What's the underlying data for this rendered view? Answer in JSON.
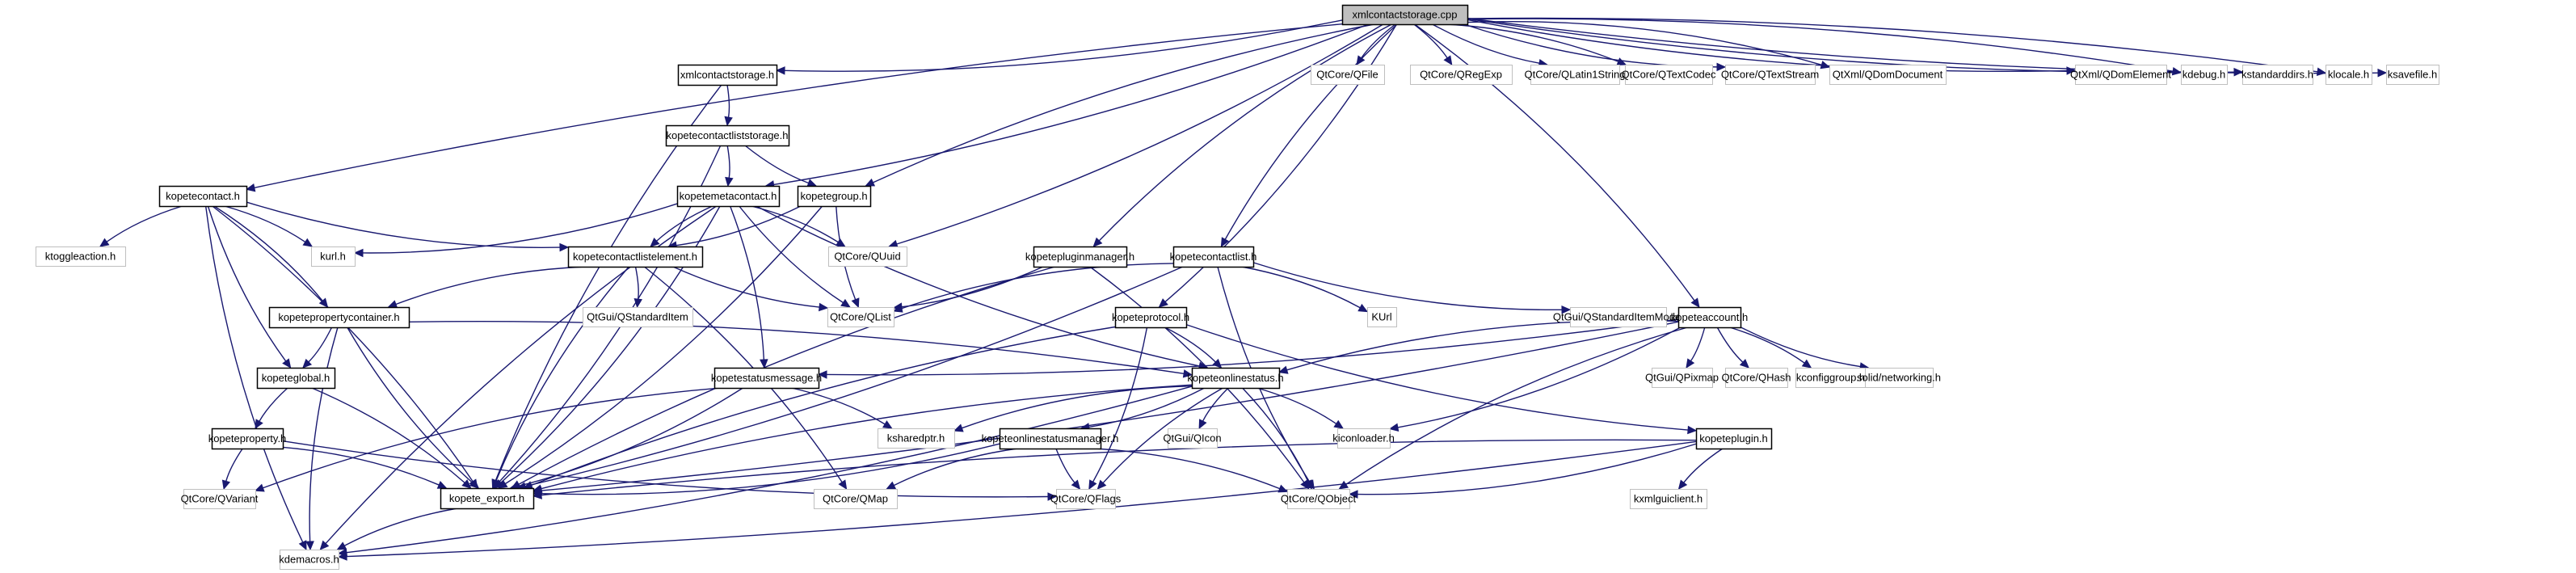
{
  "title": "xmlcontactstorage.cpp include dependency graph",
  "colors": {
    "edge": "#191970",
    "root_fill": "#bfbfbf",
    "documented_border": "#000000",
    "external_border": "#bfbfbf",
    "node_fill": "#ffffff"
  },
  "nodes": [
    {
      "id": "root",
      "label": "xmlcontactstorage.cpp",
      "kind": "root"
    },
    {
      "id": "xmlcontactstorage_h",
      "label": "xmlcontactstorage.h",
      "kind": "documented"
    },
    {
      "id": "kopetecontactliststorage_h",
      "label": "kopetecontactliststorage.h",
      "kind": "documented"
    },
    {
      "id": "kopetecontact_h",
      "label": "kopetecontact.h",
      "kind": "documented"
    },
    {
      "id": "kopetemetacontact_h",
      "label": "kopetemetacontact.h",
      "kind": "documented"
    },
    {
      "id": "kopetegroup_h",
      "label": "kopetegroup.h",
      "kind": "documented"
    },
    {
      "id": "ktoggleaction_h",
      "label": "ktoggleaction.h",
      "kind": "external"
    },
    {
      "id": "kurl_h",
      "label": "kurl.h",
      "kind": "external"
    },
    {
      "id": "kopetecontactlistelement_h",
      "label": "kopetecontactlistelement.h",
      "kind": "documented"
    },
    {
      "id": "QUuid",
      "label": "QtCore/QUuid",
      "kind": "external"
    },
    {
      "id": "kopetepluginmanager_h",
      "label": "kopetepluginmanager.h",
      "kind": "documented"
    },
    {
      "id": "kopetecontactlist_h",
      "label": "kopetecontactlist.h",
      "kind": "documented"
    },
    {
      "id": "kopetepropertycontainer_h",
      "label": "kopetepropertycontainer.h",
      "kind": "documented"
    },
    {
      "id": "QStandardItem",
      "label": "QtGui/QStandardItem",
      "kind": "external"
    },
    {
      "id": "QList",
      "label": "QtCore/QList",
      "kind": "external"
    },
    {
      "id": "kopeteprotocol_h",
      "label": "kopeteprotocol.h",
      "kind": "documented"
    },
    {
      "id": "KUrl",
      "label": "KUrl",
      "kind": "external"
    },
    {
      "id": "QStandardItemModel",
      "label": "QtGui/QStandardItemModel",
      "kind": "external"
    },
    {
      "id": "kopeteaccount_h",
      "label": "kopeteaccount.h",
      "kind": "documented"
    },
    {
      "id": "kopeteglobal_h",
      "label": "kopeteglobal.h",
      "kind": "documented"
    },
    {
      "id": "kopetestatusmessage_h",
      "label": "kopetestatusmessage.h",
      "kind": "documented"
    },
    {
      "id": "kopeteonlinestatus_h",
      "label": "kopeteonlinestatus.h",
      "kind": "documented"
    },
    {
      "id": "QPixmap",
      "label": "QtGui/QPixmap",
      "kind": "external"
    },
    {
      "id": "QHash",
      "label": "QtCore/QHash",
      "kind": "external"
    },
    {
      "id": "kconfiggroup_h",
      "label": "kconfiggroup.h",
      "kind": "external"
    },
    {
      "id": "networking_h",
      "label": "solid/networking.h",
      "kind": "external"
    },
    {
      "id": "kopeteproperty_h",
      "label": "kopeteproperty.h",
      "kind": "documented"
    },
    {
      "id": "ksharedptr_h",
      "label": "ksharedptr.h",
      "kind": "external"
    },
    {
      "id": "kopeteonlinestatusmanager_h",
      "label": "kopeteonlinestatusmanager.h",
      "kind": "documented"
    },
    {
      "id": "QIcon",
      "label": "QtGui/QIcon",
      "kind": "external"
    },
    {
      "id": "kiconloader_h",
      "label": "kiconloader.h",
      "kind": "external"
    },
    {
      "id": "kopeteplugin_h",
      "label": "kopeteplugin.h",
      "kind": "documented"
    },
    {
      "id": "QVariant",
      "label": "QtCore/QVariant",
      "kind": "external"
    },
    {
      "id": "kopete_export_h",
      "label": "kopete_export.h",
      "kind": "documented"
    },
    {
      "id": "QMap",
      "label": "QtCore/QMap",
      "kind": "external"
    },
    {
      "id": "QFlags",
      "label": "QtCore/QFlags",
      "kind": "external"
    },
    {
      "id": "QObject",
      "label": "QtCore/QObject",
      "kind": "external"
    },
    {
      "id": "kxmlguiclient_h",
      "label": "kxmlguiclient.h",
      "kind": "external"
    },
    {
      "id": "kdemacros_h",
      "label": "kdemacros.h",
      "kind": "external"
    },
    {
      "id": "QFile",
      "label": "QtCore/QFile",
      "kind": "external"
    },
    {
      "id": "QRegExp",
      "label": "QtCore/QRegExp",
      "kind": "external"
    },
    {
      "id": "QLatin1String",
      "label": "QtCore/QLatin1String",
      "kind": "external"
    },
    {
      "id": "QTextCodec",
      "label": "QtCore/QTextCodec",
      "kind": "external"
    },
    {
      "id": "QTextStream",
      "label": "QtCore/QTextStream",
      "kind": "external"
    },
    {
      "id": "QDomDocument",
      "label": "QtXml/QDomDocument",
      "kind": "external"
    },
    {
      "id": "QDomElement",
      "label": "QtXml/QDomElement",
      "kind": "external"
    },
    {
      "id": "kdebug_h",
      "label": "kdebug.h",
      "kind": "external"
    },
    {
      "id": "kstandarddirs_h",
      "label": "kstandarddirs.h",
      "kind": "external"
    },
    {
      "id": "klocale_h",
      "label": "klocale.h",
      "kind": "external"
    },
    {
      "id": "ksavefile_h",
      "label": "ksavefile.h",
      "kind": "external"
    }
  ],
  "edges": [
    [
      "root",
      "xmlcontactstorage_h"
    ],
    [
      "root",
      "kopetecontact_h"
    ],
    [
      "root",
      "kopetemetacontact_h"
    ],
    [
      "root",
      "kopetegroup_h"
    ],
    [
      "root",
      "QUuid"
    ],
    [
      "root",
      "kopetepluginmanager_h"
    ],
    [
      "root",
      "kopeteprotocol_h"
    ],
    [
      "root",
      "kopetecontactlist_h"
    ],
    [
      "root",
      "kopeteaccount_h"
    ],
    [
      "root",
      "QFile"
    ],
    [
      "root",
      "QRegExp"
    ],
    [
      "root",
      "QLatin1String"
    ],
    [
      "root",
      "QTextCodec"
    ],
    [
      "root",
      "QTextStream"
    ],
    [
      "root",
      "QDomDocument"
    ],
    [
      "root",
      "QDomElement"
    ],
    [
      "root",
      "kdebug_h"
    ],
    [
      "root",
      "kstandarddirs_h"
    ],
    [
      "root",
      "klocale_h"
    ],
    [
      "root",
      "ksavefile_h"
    ],
    [
      "xmlcontactstorage_h",
      "kopetecontactliststorage_h"
    ],
    [
      "xmlcontactstorage_h",
      "kopete_export_h"
    ],
    [
      "kopetecontactliststorage_h",
      "kopetemetacontact_h"
    ],
    [
      "kopetecontactliststorage_h",
      "kopetegroup_h"
    ],
    [
      "kopetecontactliststorage_h",
      "kopete_export_h"
    ],
    [
      "kopetecontact_h",
      "ktoggleaction_h"
    ],
    [
      "kopetecontact_h",
      "kurl_h"
    ],
    [
      "kopetecontact_h",
      "kopetecontactlistelement_h"
    ],
    [
      "kopetecontact_h",
      "kopetepropertycontainer_h"
    ],
    [
      "kopetecontact_h",
      "kopeteglobal_h"
    ],
    [
      "kopetecontact_h",
      "kopete_export_h"
    ],
    [
      "kopetecontact_h",
      "kdemacros_h"
    ],
    [
      "kopetemetacontact_h",
      "kurl_h"
    ],
    [
      "kopetemetacontact_h",
      "kopetecontactlistelement_h"
    ],
    [
      "kopetemetacontact_h",
      "QUuid"
    ],
    [
      "kopetemetacontact_h",
      "QList"
    ],
    [
      "kopetemetacontact_h",
      "kopetestatusmessage_h"
    ],
    [
      "kopetemetacontact_h",
      "kopeteonlinestatus_h"
    ],
    [
      "kopetemetacontact_h",
      "kopete_export_h"
    ],
    [
      "kopetemetacontact_h",
      "kdemacros_h"
    ],
    [
      "kopetegroup_h",
      "kopetecontactlistelement_h"
    ],
    [
      "kopetegroup_h",
      "QList"
    ],
    [
      "kopetegroup_h",
      "kopete_export_h"
    ],
    [
      "kopetecontactlistelement_h",
      "kopetepropertycontainer_h"
    ],
    [
      "kopetecontactlistelement_h",
      "QStandardItem"
    ],
    [
      "kopetecontactlistelement_h",
      "QList"
    ],
    [
      "kopetecontactlistelement_h",
      "QMap"
    ],
    [
      "kopetecontactlistelement_h",
      "kopete_export_h"
    ],
    [
      "kopetepluginmanager_h",
      "QList"
    ],
    [
      "kopetepluginmanager_h",
      "kopete_export_h"
    ],
    [
      "kopetepluginmanager_h",
      "QObject"
    ],
    [
      "kopetecontactlist_h",
      "QList"
    ],
    [
      "kopetecontactlist_h",
      "KUrl"
    ],
    [
      "kopetecontactlist_h",
      "QStandardItemModel"
    ],
    [
      "kopetecontactlist_h",
      "kopete_export_h"
    ],
    [
      "kopetecontactlist_h",
      "QObject"
    ],
    [
      "kopetepropertycontainer_h",
      "kopeteglobal_h"
    ],
    [
      "kopetepropertycontainer_h",
      "kopete_export_h"
    ],
    [
      "kopetepropertycontainer_h",
      "kopeteonlinestatus_h"
    ],
    [
      "kopetepropertycontainer_h",
      "kdemacros_h"
    ],
    [
      "kopeteprotocol_h",
      "kopeteonlinestatus_h"
    ],
    [
      "kopeteprotocol_h",
      "kopeteplugin_h"
    ],
    [
      "kopeteprotocol_h",
      "QFlags"
    ],
    [
      "kopeteprotocol_h",
      "kopete_export_h"
    ],
    [
      "kopeteaccount_h",
      "kopetestatusmessage_h"
    ],
    [
      "kopeteaccount_h",
      "kopeteonlinestatus_h"
    ],
    [
      "kopeteaccount_h",
      "QPixmap"
    ],
    [
      "kopeteaccount_h",
      "QHash"
    ],
    [
      "kopeteaccount_h",
      "kconfiggroup_h"
    ],
    [
      "kopeteaccount_h",
      "networking_h"
    ],
    [
      "kopeteaccount_h",
      "kiconloader_h"
    ],
    [
      "kopeteaccount_h",
      "QObject"
    ],
    [
      "kopeteaccount_h",
      "kopete_export_h"
    ],
    [
      "kopeteglobal_h",
      "kopeteproperty_h"
    ],
    [
      "kopeteglobal_h",
      "kopete_export_h"
    ],
    [
      "kopeteproperty_h",
      "QVariant"
    ],
    [
      "kopeteproperty_h",
      "kopete_export_h"
    ],
    [
      "kopeteproperty_h",
      "QFlags"
    ],
    [
      "kopetestatusmessage_h",
      "ksharedptr_h"
    ],
    [
      "kopetestatusmessage_h",
      "QVariant"
    ],
    [
      "kopetestatusmessage_h",
      "kopete_export_h"
    ],
    [
      "kopeteonlinestatus_h",
      "ksharedptr_h"
    ],
    [
      "kopeteonlinestatus_h",
      "kopeteonlinestatusmanager_h"
    ],
    [
      "kopeteonlinestatus_h",
      "QIcon"
    ],
    [
      "kopeteonlinestatus_h",
      "kiconloader_h"
    ],
    [
      "kopeteonlinestatus_h",
      "QFlags"
    ],
    [
      "kopeteonlinestatus_h",
      "QObject"
    ],
    [
      "kopeteonlinestatus_h",
      "kopete_export_h"
    ],
    [
      "kopeteonlinestatus_h",
      "kdemacros_h"
    ],
    [
      "kopeteonlinestatusmanager_h",
      "QFlags"
    ],
    [
      "kopeteonlinestatusmanager_h",
      "QObject"
    ],
    [
      "kopeteonlinestatusmanager_h",
      "QMap"
    ],
    [
      "kopeteonlinestatusmanager_h",
      "kopete_export_h"
    ],
    [
      "kopeteplugin_h",
      "kxmlguiclient_h"
    ],
    [
      "kopeteplugin_h",
      "QObject"
    ],
    [
      "kopeteplugin_h",
      "kopete_export_h"
    ],
    [
      "kopeteplugin_h",
      "kdemacros_h"
    ],
    [
      "kopete_export_h",
      "kdemacros_h"
    ]
  ]
}
